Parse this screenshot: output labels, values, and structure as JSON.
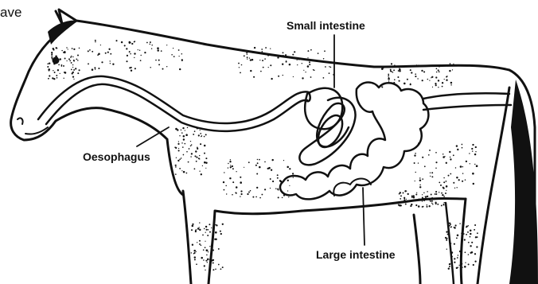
{
  "fragment_text": "ave",
  "labels": {
    "small_intestine": "Small intestine",
    "oesophagus": "Oesophagus",
    "large_intestine": "Large intestine"
  },
  "colors": {
    "ink": "#111111",
    "background": "#ffffff"
  }
}
